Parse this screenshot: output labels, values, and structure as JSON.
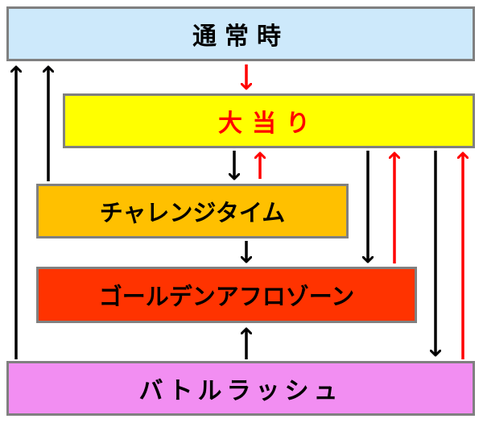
{
  "states": {
    "normal": {
      "label": "通常時"
    },
    "big_hit": {
      "label": "大当り"
    },
    "challenge": {
      "label": "チャレンジタイム"
    },
    "golden": {
      "label": "ゴールデンアフロゾーン"
    },
    "battle": {
      "label": "バトルラッシュ"
    }
  },
  "colors": {
    "normal_fill": "#cde9fb",
    "big_hit_fill": "#ffff00",
    "big_hit_text": "#ff0000",
    "challenge_fill": "#ffc000",
    "golden_fill": "#ff3300",
    "battle_fill": "#f28ef2",
    "border": "#808080",
    "arrow_black": "#000000",
    "arrow_red": "#ff0000"
  }
}
